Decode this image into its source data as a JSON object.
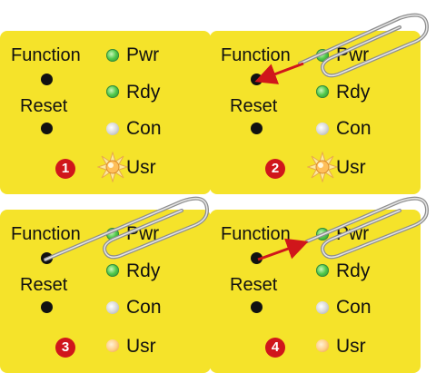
{
  "panels": [
    {
      "step": "1",
      "labels": {
        "function": "Function",
        "reset": "Reset"
      },
      "leds": {
        "pwr": "Pwr",
        "rdy": "Rdy",
        "con": "Con",
        "usr": "Usr"
      }
    },
    {
      "step": "2",
      "labels": {
        "function": "Function",
        "reset": "Reset"
      },
      "leds": {
        "pwr": "Pwr",
        "rdy": "Rdy",
        "con": "Con",
        "usr": "Usr"
      }
    },
    {
      "step": "3",
      "labels": {
        "function": "Function",
        "reset": "Reset"
      },
      "leds": {
        "pwr": "Pwr",
        "rdy": "Rdy",
        "con": "Con",
        "usr": "Usr"
      }
    },
    {
      "step": "4",
      "labels": {
        "function": "Function",
        "reset": "Reset"
      },
      "leds": {
        "pwr": "Pwr",
        "rdy": "Rdy",
        "con": "Con",
        "usr": "Usr"
      }
    }
  ],
  "colors": {
    "panel": "#f5e32a",
    "badge": "#d0161b",
    "led_green": "#4fc84a",
    "led_grey": "#d8d8d8",
    "led_orange": "#ffd08a",
    "arrow": "#d0161b",
    "paperclip": "#9a9a9a"
  },
  "icons": {
    "usr_led_state": [
      "flashing",
      "flashing",
      "steady",
      "steady"
    ],
    "tool": "paperclip-icon",
    "direction": [
      "",
      "insert",
      "hold",
      "remove"
    ]
  }
}
